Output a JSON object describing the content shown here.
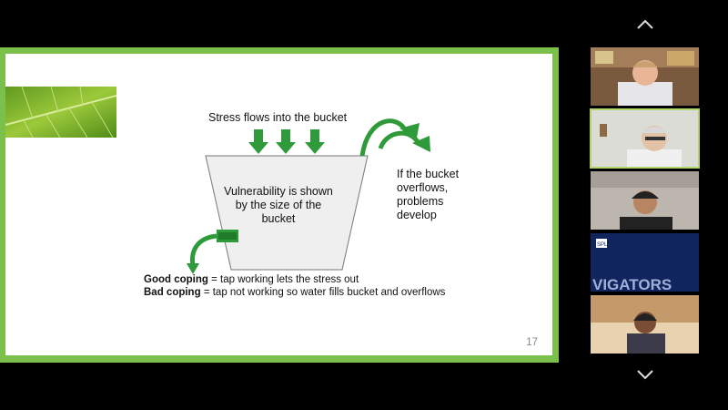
{
  "slide": {
    "stress_title": "Stress flows into the bucket",
    "vulnerability_text": "Vulnerability is shown by the size of the bucket",
    "overflow_text": "If the bucket overflows, problems develop",
    "good_coping_label": "Good coping",
    "good_coping_text": " = tap working  lets the stress out",
    "bad_coping_label": "Bad coping",
    "bad_coping_text": " = tap not working so water fills bucket and overflows",
    "page_number": "17"
  },
  "participants_panel": {
    "scroll_up_icon": "chevron-up-icon",
    "scroll_down_icon": "chevron-down-icon",
    "tiles": [
      {
        "name": "participant-1",
        "active": false
      },
      {
        "name": "participant-2",
        "active": true
      },
      {
        "name": "participant-3",
        "active": false
      },
      {
        "name": "participant-4",
        "active": false,
        "background_text": "VIGATORS",
        "logo_text": "SPL"
      },
      {
        "name": "participant-5",
        "active": false
      }
    ]
  },
  "colors": {
    "slide_border": "#7bc04a",
    "arrow_green": "#2e9a3a",
    "active_tile_outline": "#b5d46a",
    "background": "#000000"
  }
}
